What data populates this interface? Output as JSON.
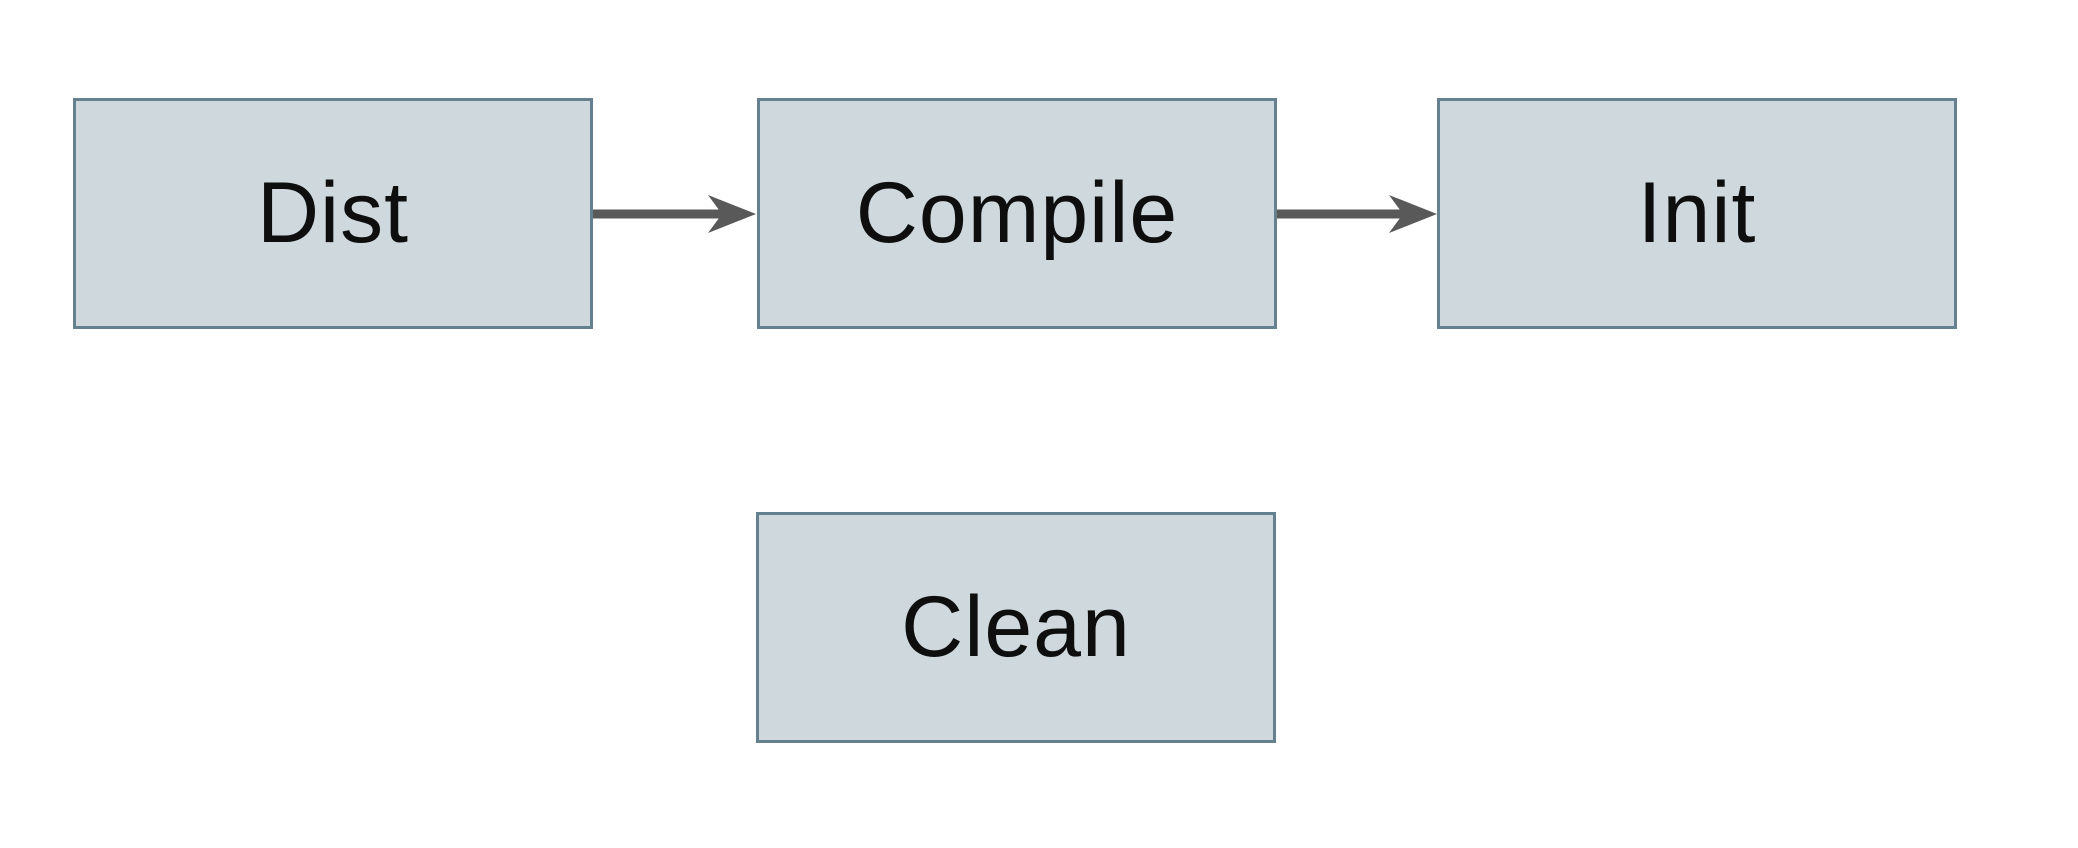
{
  "diagram": {
    "title": "build-targets-flow",
    "nodes": [
      {
        "id": "dist",
        "label": "Dist"
      },
      {
        "id": "compile",
        "label": "Compile"
      },
      {
        "id": "init",
        "label": "Init"
      },
      {
        "id": "clean",
        "label": "Clean"
      }
    ],
    "edges": [
      {
        "from": "dist",
        "to": "compile",
        "direction": "right"
      },
      {
        "from": "compile",
        "to": "init",
        "direction": "right"
      }
    ],
    "colors": {
      "background": "#ffffff",
      "node_fill": "#cfd8dc",
      "node_border": "#65808e",
      "arrow": "#595959",
      "text": "#0e0e0e"
    }
  }
}
